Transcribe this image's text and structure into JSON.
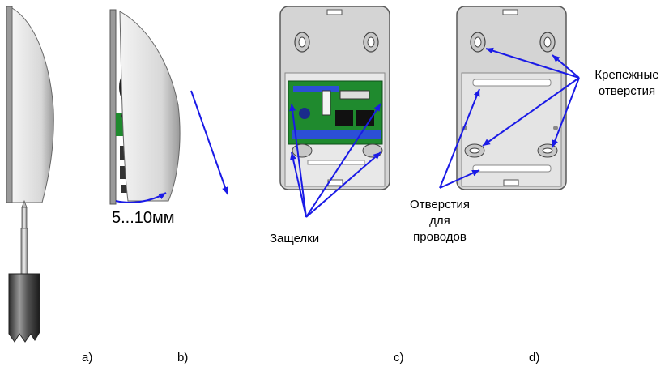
{
  "panel_labels": {
    "a": "a)",
    "b": "b)",
    "c": "c)",
    "d": "d)"
  },
  "measurement": "5...10мм",
  "callouts": {
    "latches": "Защелки",
    "mounting_holes_line1": "Крепежные",
    "mounting_holes_line2": "отверстия",
    "wire_holes_line1": "Отверстия",
    "wire_holes_line2": "для",
    "wire_holes_line3": "проводов"
  },
  "colors": {
    "arrow": "#1a1ae6",
    "board": "#1f8a2e",
    "housing": "#d4d4d4",
    "housing_edge": "#5a5a5a"
  }
}
